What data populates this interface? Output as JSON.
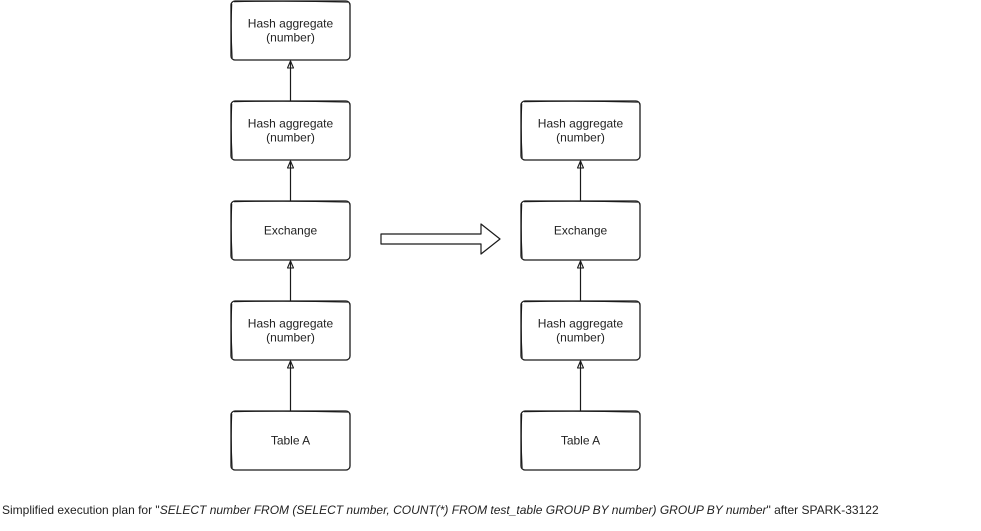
{
  "diagram": {
    "left_plan": {
      "nodes": [
        {
          "id": "l-hash-aggregate-final",
          "lines": [
            "Hash aggregate",
            "(number)"
          ]
        },
        {
          "id": "l-hash-aggregate-outer-partial",
          "lines": [
            "Hash aggregate",
            "(number)"
          ]
        },
        {
          "id": "l-exchange",
          "lines": [
            "Exchange"
          ]
        },
        {
          "id": "l-hash-aggregate-partial",
          "lines": [
            "Hash aggregate",
            "(number)"
          ]
        },
        {
          "id": "l-table-a",
          "lines": [
            "Table A"
          ]
        }
      ]
    },
    "right_plan": {
      "nodes": [
        {
          "id": "r-hash-aggregate-final",
          "lines": [
            "Hash aggregate",
            "(number)"
          ]
        },
        {
          "id": "r-exchange",
          "lines": [
            "Exchange"
          ]
        },
        {
          "id": "r-hash-aggregate-partial",
          "lines": [
            "Hash aggregate",
            "(number)"
          ]
        },
        {
          "id": "r-table-a",
          "lines": [
            "Table A"
          ]
        }
      ]
    }
  },
  "caption": {
    "prefix": "Simplified execution plan for \"",
    "query": "SELECT number FROM (SELECT number, COUNT(*) FROM test_table GROUP BY number) GROUP BY number",
    "suffix": "\" after SPARK-33122"
  }
}
